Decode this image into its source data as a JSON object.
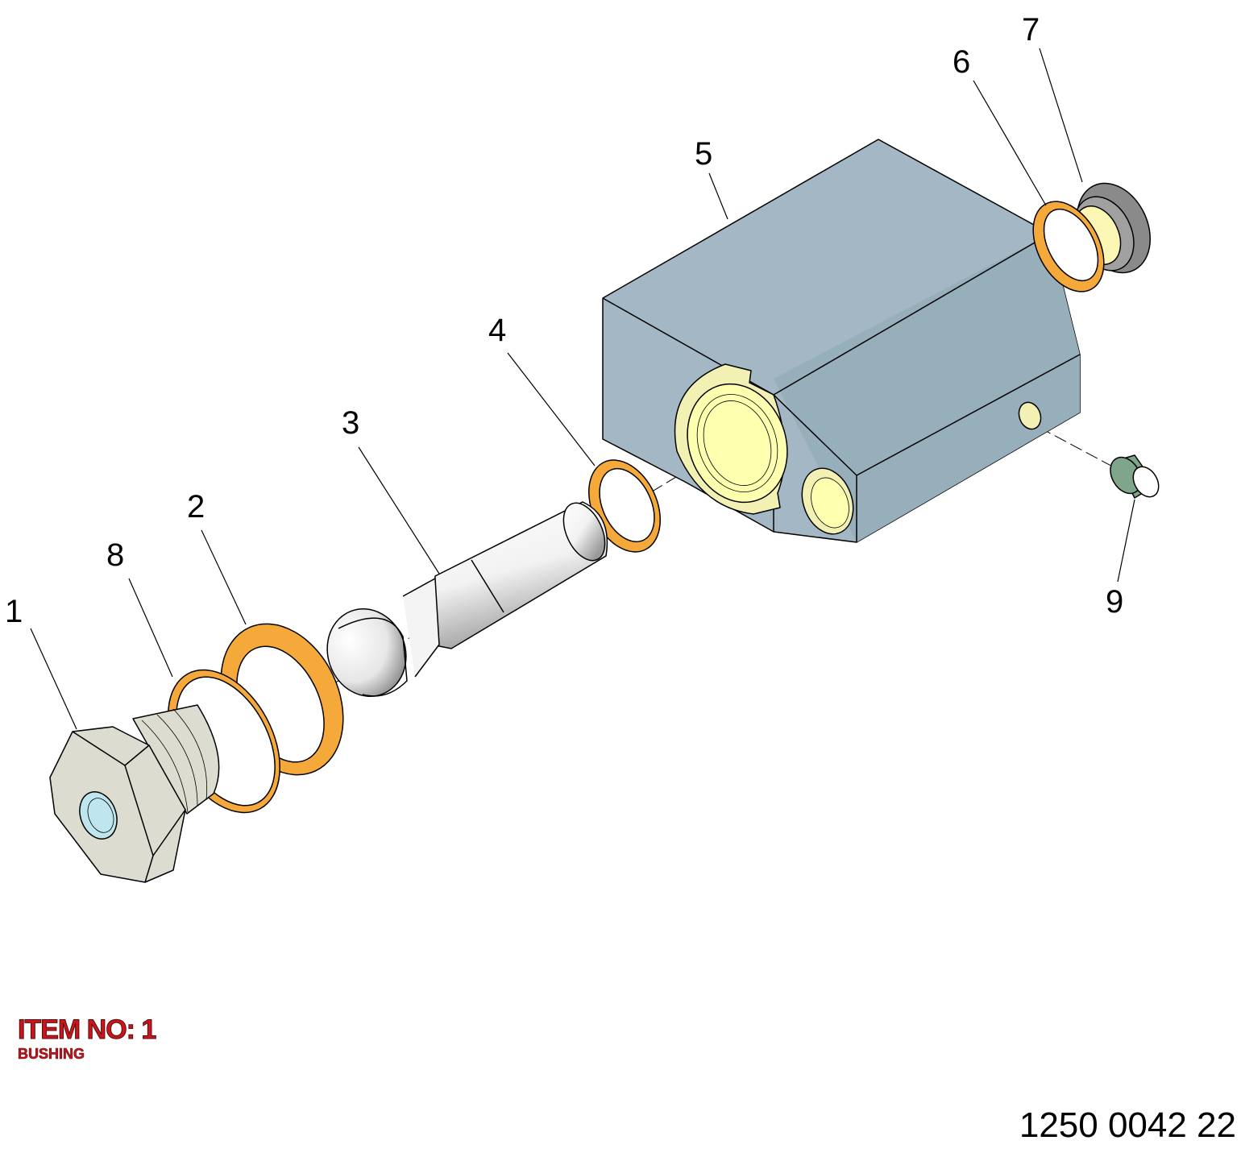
{
  "callouts": [
    "1",
    "2",
    "3",
    "4",
    "5",
    "6",
    "7",
    "8",
    "9"
  ],
  "item": {
    "title": "ITEM NO: 1",
    "name": "BUSHING"
  },
  "drawing_number": "1250 0042 22",
  "colors": {
    "block": "#a3b8c4",
    "seal": "#f5a93a",
    "brass": "#f3f0b4",
    "thread": "#ffffb0",
    "bushing": "#dcdcd0",
    "bore": "#bfe6ef",
    "cap": "#8a8a8a",
    "plug": "#7fa58a",
    "title_red": "#c8161d"
  }
}
